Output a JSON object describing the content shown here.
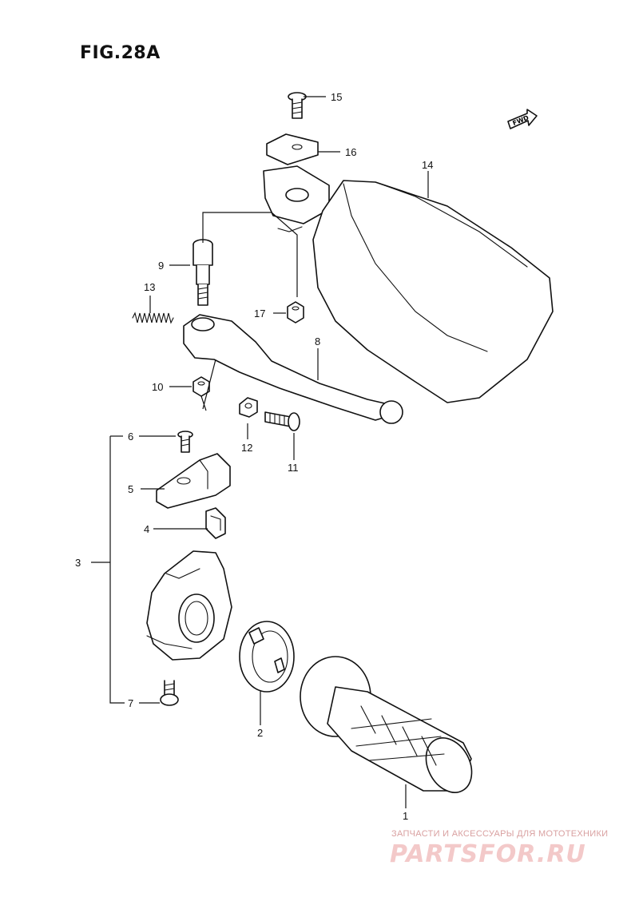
{
  "figure": {
    "title": "FIG.28A"
  },
  "direction_badge": {
    "text": "FWD"
  },
  "callouts": [
    "15",
    "16",
    "14",
    "9",
    "13",
    "17",
    "8",
    "10",
    "12",
    "11",
    "6",
    "5",
    "4",
    "3",
    "7",
    "2",
    "1"
  ],
  "watermark": {
    "subtitle": "ЗАПЧАСТИ И АКСЕССУАРЫ ДЛЯ МОТОТЕХНИКИ",
    "brand": "PARTSFOR.RU"
  }
}
